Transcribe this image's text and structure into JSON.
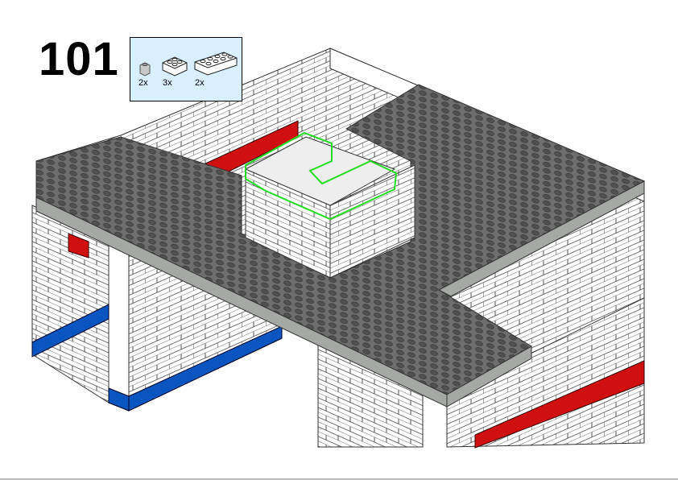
{
  "step": {
    "number": "101"
  },
  "parts_list": [
    {
      "part": "brick-1x1-light-gray",
      "quantity": "2x"
    },
    {
      "part": "brick-2x2-white",
      "quantity": "3x"
    },
    {
      "part": "brick-2x4-white",
      "quantity": "2x"
    }
  ],
  "colors": {
    "plate": "#6e6e6e",
    "plate_edge": "#a5a8a5",
    "brick": "#ffffff",
    "red": "#d01010",
    "blue": "#0a55c0",
    "highlight": "#22dd22",
    "parts_bg": "#d7efff"
  }
}
